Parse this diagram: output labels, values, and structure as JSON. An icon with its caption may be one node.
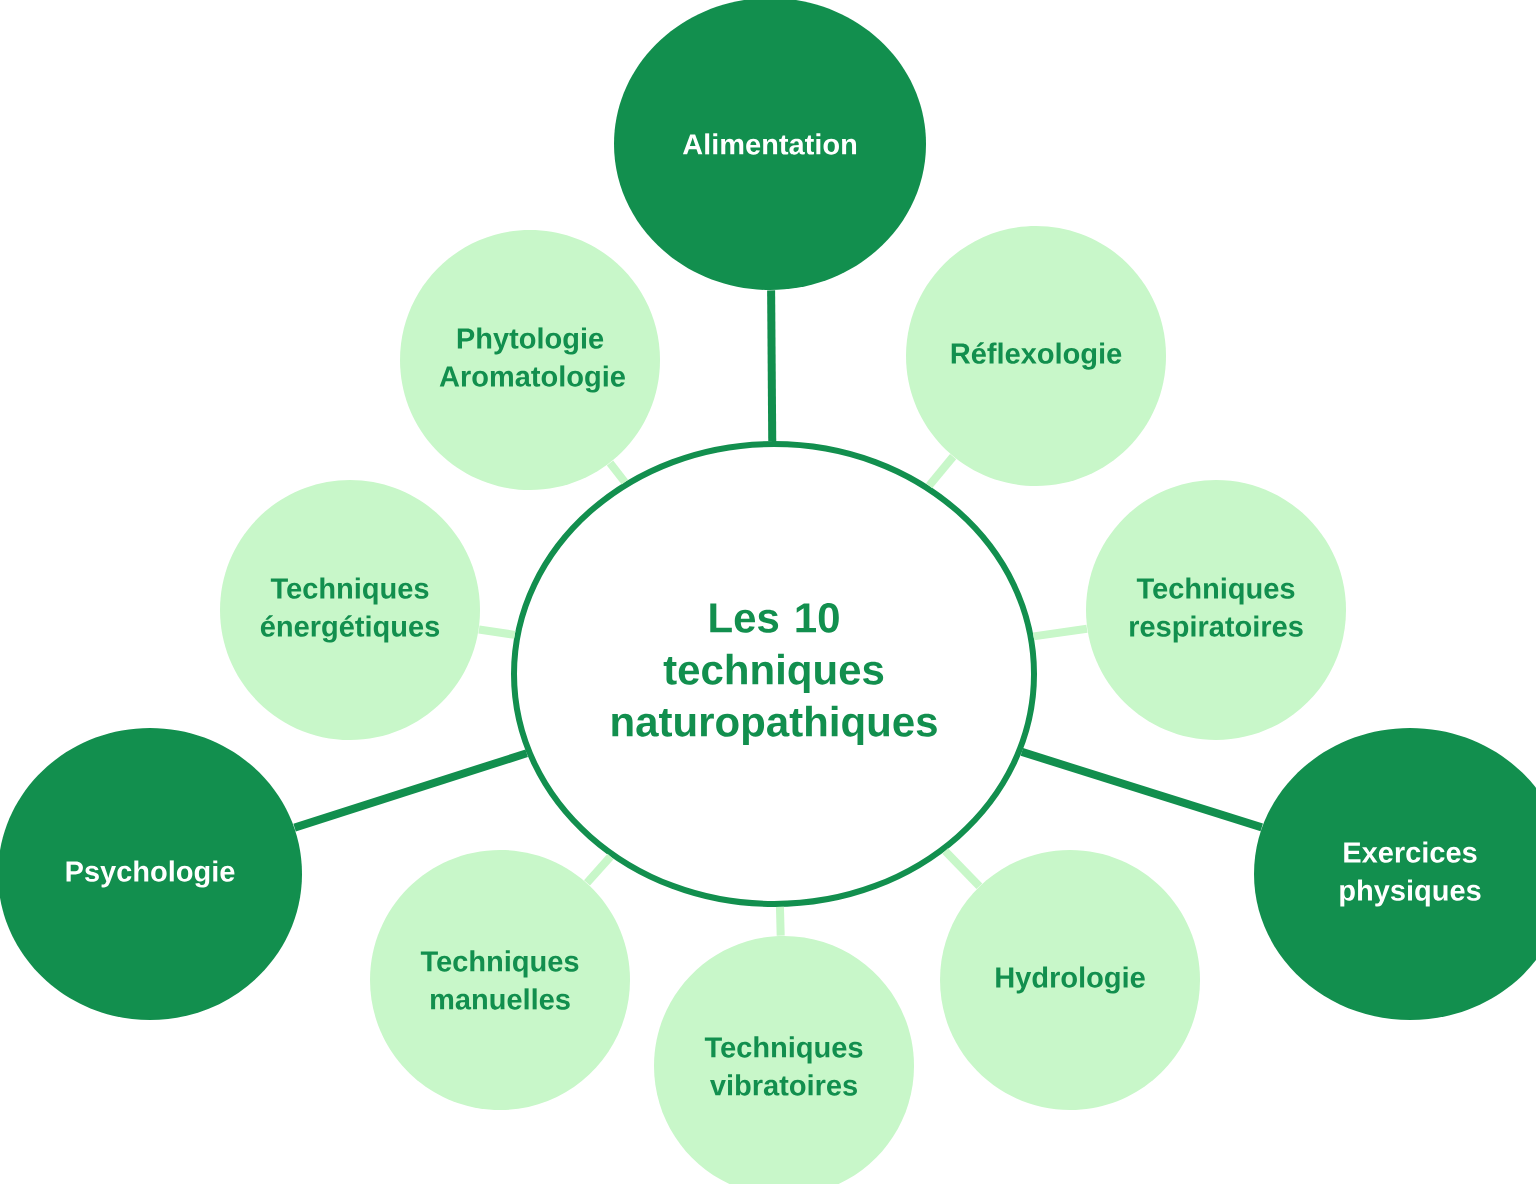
{
  "diagram": {
    "nodes": [
      {
        "text": [
          "Les 10 techniques naturopathiques"
        ]
      },
      {
        "text": [
          "Alimentation"
        ]
      },
      {
        "text": [
          "Phytologie Aromatologie"
        ]
      },
      {
        "text": [
          "Réflexologie"
        ]
      },
      {
        "text": [
          "Techniques énergétiques"
        ]
      },
      {
        "text": [
          "Techniques respiratoires"
        ]
      },
      {
        "text": [
          "Psychologie"
        ]
      },
      {
        "text": [
          "Exercices physiques"
        ]
      },
      {
        "text": [
          "Techniques manuelles"
        ]
      },
      {
        "text": [
          "Techniques vibratoires"
        ]
      },
      {
        "text": [
          "Hydrologie"
        ]
      }
    ],
    "edges": [
      {
        "from": 0,
        "to": 1,
        "arrow": "none",
        "color": "#128f4e"
      },
      {
        "from": 0,
        "to": 2,
        "arrow": "none"
      },
      {
        "from": 0,
        "to": 3,
        "arrow": "none"
      },
      {
        "from": 0,
        "to": 4,
        "arrow": "none"
      },
      {
        "from": 0,
        "to": 5,
        "arrow": "none"
      },
      {
        "from": 0,
        "to": 6,
        "arrow": "none",
        "color": "#128f4e"
      },
      {
        "from": 0,
        "to": 7,
        "arrow": "none",
        "color": "#128f4e"
      },
      {
        "from": 0,
        "to": 8,
        "arrow": "none"
      },
      {
        "from": 0,
        "to": 9,
        "arrow": "none"
      },
      {
        "from": 0,
        "to": 10,
        "arrow": "none"
      }
    ]
  }
}
